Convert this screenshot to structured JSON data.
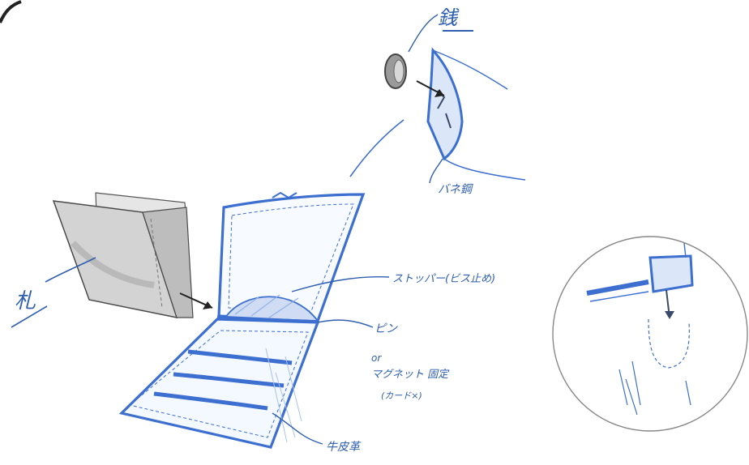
{
  "colors": {
    "ink_blue": "#3c6fd0",
    "ink_light": "#a9c3ee",
    "pencil": "#6a6a6a",
    "label_ink": "#2f5fb0"
  },
  "labels": {
    "coin": "銭",
    "spring_steel": "バネ鋼",
    "bill": "札",
    "stopper": "ストッパー(ビス止め)",
    "pin": "ピン",
    "magnet_line1": "or",
    "magnet_line2": "マグネット 固定",
    "magnet_line3": "(カード×)",
    "leather": "牛皮革"
  }
}
